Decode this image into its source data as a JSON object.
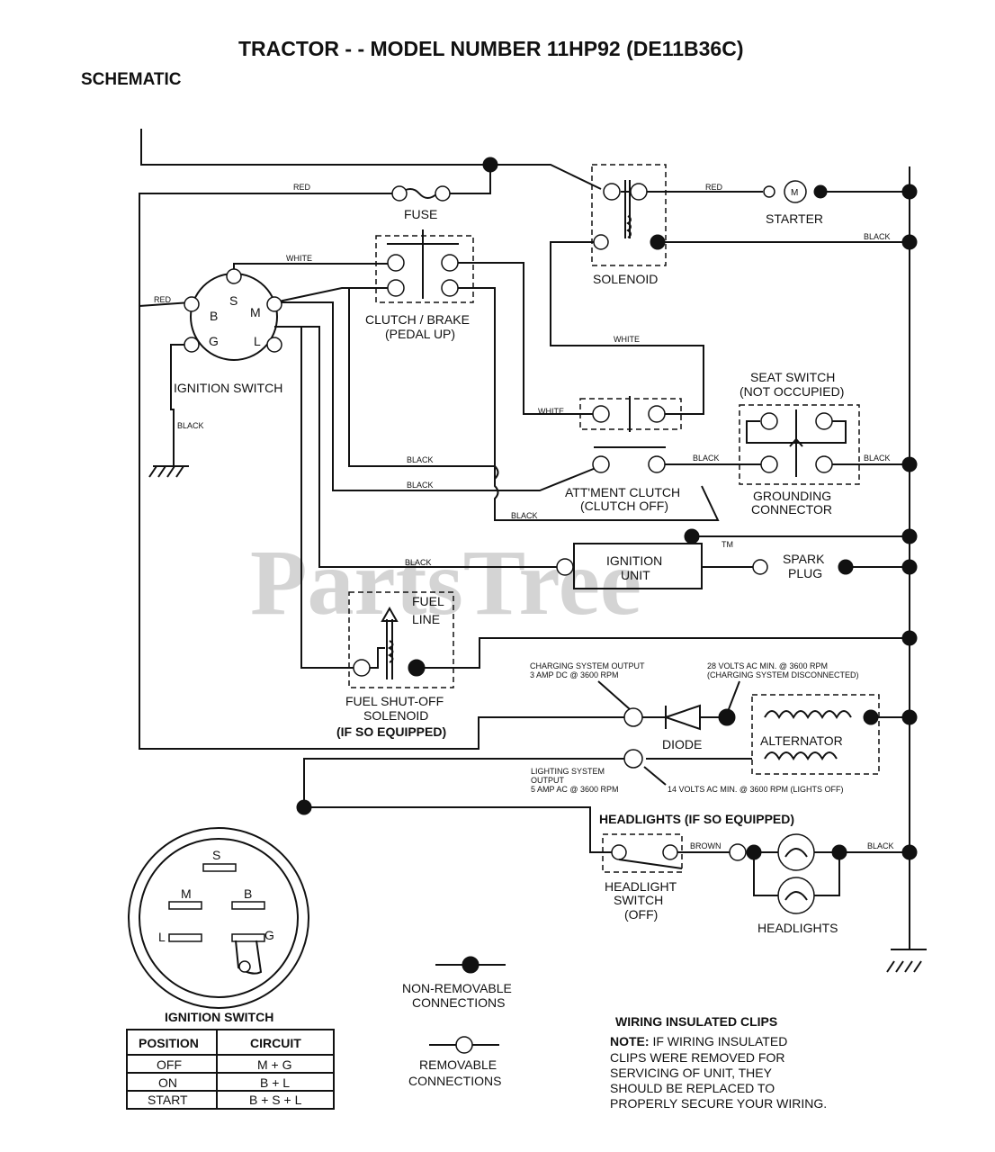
{
  "title": "TRACTOR - - MODEL NUMBER 11HP92   (DE11B36C)",
  "section": "SCHEMATIC",
  "watermark": "PartsTree",
  "watermark_tm": "TM",
  "wire_colors": {
    "red": "RED",
    "white": "WHITE",
    "black": "BLACK",
    "brown": "BROWN"
  },
  "fuse": "FUSE",
  "starter": "STARTER",
  "starter_m": "M",
  "solenoid": "SOLENOID",
  "clutch_brake": [
    "CLUTCH / BRAKE",
    "(PEDAL UP)"
  ],
  "ignition_switch_label": "IGNITION SWITCH",
  "switch_terminals": {
    "s": "S",
    "b": "B",
    "m": "M",
    "g": "G",
    "l": "L"
  },
  "seat_switch": [
    "SEAT SWITCH",
    "(NOT OCCUPIED)"
  ],
  "grounding_connector": [
    "GROUNDING",
    "CONNECTOR"
  ],
  "attachment_clutch": [
    "ATT'MENT CLUTCH",
    "(CLUTCH OFF)"
  ],
  "ignition_unit": [
    "IGNITION",
    "UNIT"
  ],
  "spark_plug": [
    "SPARK",
    "PLUG"
  ],
  "fuel_line": [
    "FUEL",
    "LINE"
  ],
  "fuel_solenoid": [
    "FUEL SHUT-OFF",
    "SOLENOID",
    "(IF SO EQUIPPED)"
  ],
  "charging_output": [
    "CHARGING SYSTEM OUTPUT",
    "3 AMP DC @ 3600 RPM"
  ],
  "ac_volts": [
    "28 VOLTS AC MIN. @ 3600 RPM",
    "(CHARGING SYSTEM DISCONNECTED)"
  ],
  "diode": "DIODE",
  "alternator": "ALTERNATOR",
  "lighting_output": [
    "LIGHTING SYSTEM",
    "OUTPUT",
    "5 AMP AC @ 3600 RPM"
  ],
  "lights_volts": "14 VOLTS AC MIN. @ 3600 RPM (LIGHTS OFF)",
  "headlights_title": "HEADLIGHTS (IF SO EQUIPPED)",
  "headlight_switch": [
    "HEADLIGHT",
    "SWITCH",
    "(OFF)"
  ],
  "headlights": "HEADLIGHTS",
  "legend": {
    "non_removable": [
      "NON-REMOVABLE",
      "CONNECTIONS"
    ],
    "removable": [
      "REMOVABLE",
      "CONNECTIONS"
    ]
  },
  "ignition_table": {
    "title": "IGNITION SWITCH",
    "headers": [
      "POSITION",
      "CIRCUIT"
    ],
    "rows": [
      [
        "OFF",
        "M + G"
      ],
      [
        "ON",
        "B + L"
      ],
      [
        "START",
        "B + S + L"
      ]
    ]
  },
  "clips_note": {
    "title": "WIRING INSULATED CLIPS",
    "lead": "NOTE:",
    "lines": [
      " IF WIRING INSULATED",
      "CLIPS WERE REMOVED FOR",
      "SERVICING OF UNIT, THEY",
      "SHOULD BE REPLACED TO",
      "PROPERLY SECURE YOUR WIRING."
    ]
  }
}
